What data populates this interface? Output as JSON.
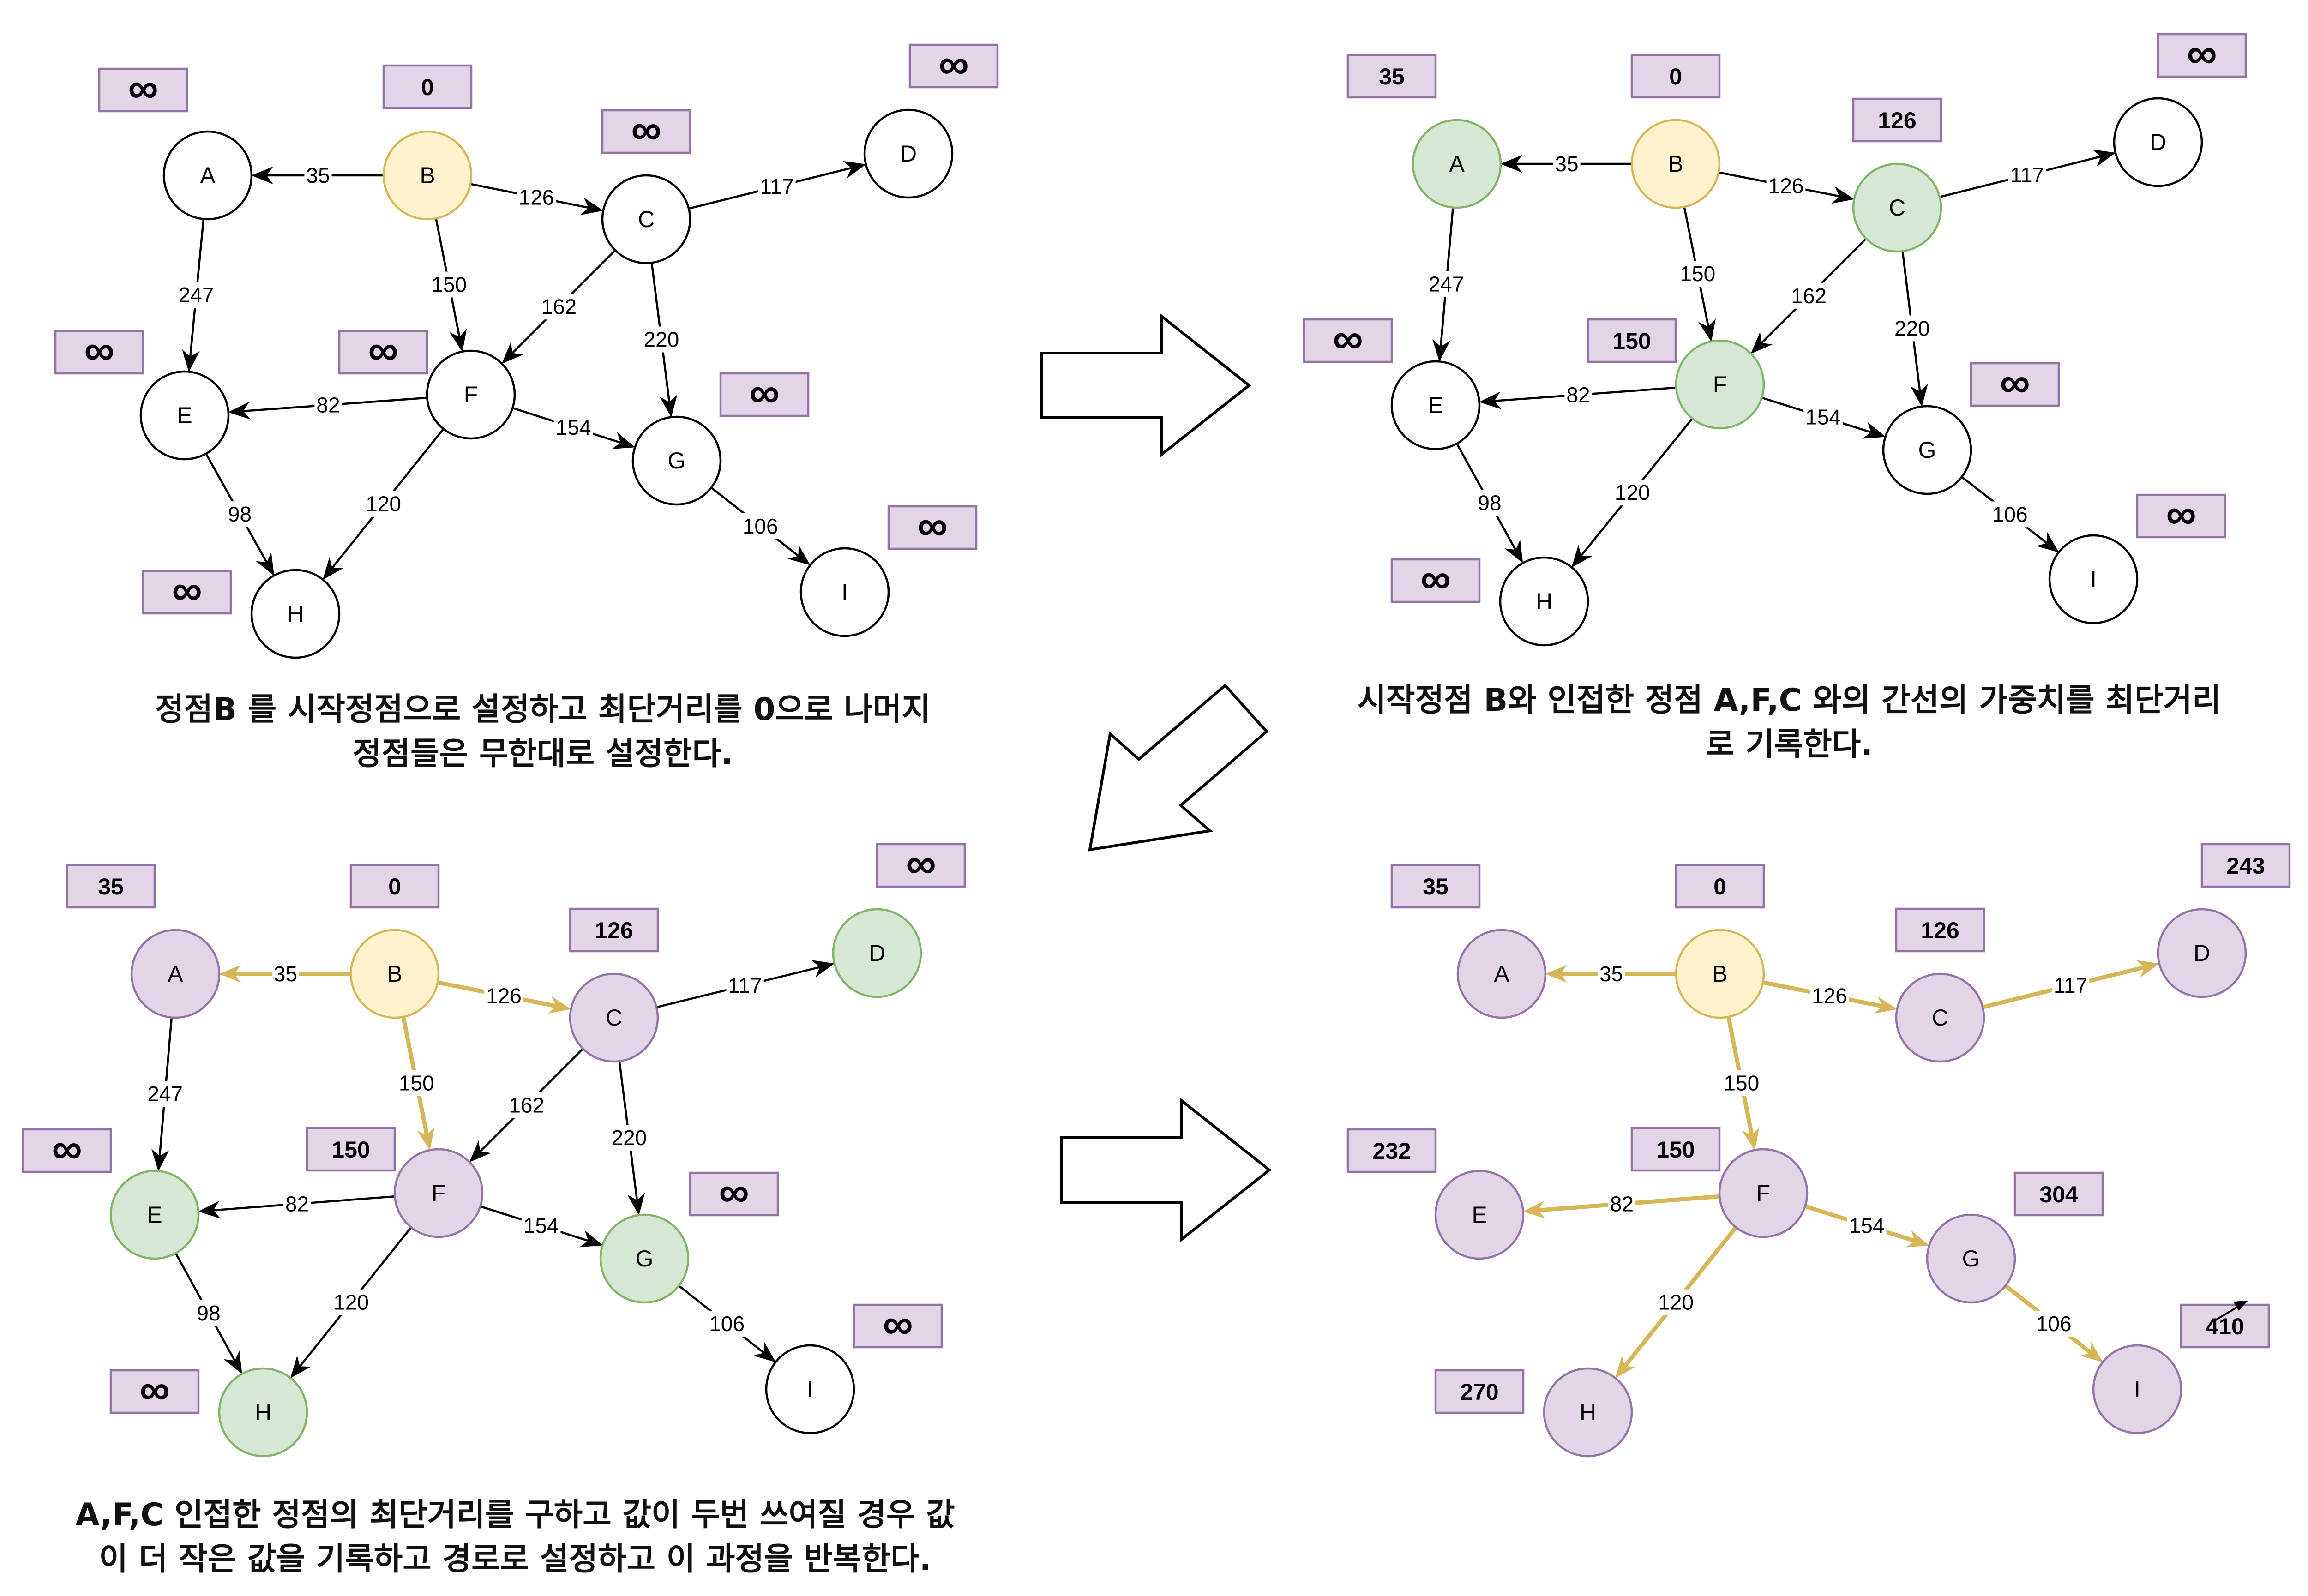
{
  "colors": {
    "node_default": "#ffffff",
    "node_stroke": "#000000",
    "start_fill": "#fff2cc",
    "start_stroke": "#d6b656",
    "green_fill": "#d5e8d4",
    "green_stroke": "#82b366",
    "purple_fill": "#e1d5e7",
    "purple_stroke": "#9673a6",
    "edge_default": "#000000",
    "edge_highlight": "#d6b656"
  },
  "panels": [
    {
      "id": "panel-1",
      "nodes": [
        {
          "id": "A",
          "label": "A",
          "state": "default",
          "dist": "∞"
        },
        {
          "id": "B",
          "label": "B",
          "state": "start",
          "dist": "0"
        },
        {
          "id": "C",
          "label": "C",
          "state": "default",
          "dist": "∞"
        },
        {
          "id": "D",
          "label": "D",
          "state": "default",
          "dist": "∞"
        },
        {
          "id": "E",
          "label": "E",
          "state": "default",
          "dist": "∞"
        },
        {
          "id": "F",
          "label": "F",
          "state": "default",
          "dist": "∞"
        },
        {
          "id": "G",
          "label": "G",
          "state": "default",
          "dist": "∞"
        },
        {
          "id": "H",
          "label": "H",
          "state": "default",
          "dist": "∞"
        },
        {
          "id": "I",
          "label": "I",
          "state": "default",
          "dist": "∞"
        }
      ],
      "edges": [
        {
          "from": "B",
          "to": "A",
          "weight": "35",
          "hl": false
        },
        {
          "from": "B",
          "to": "C",
          "weight": "126",
          "hl": false
        },
        {
          "from": "B",
          "to": "F",
          "weight": "150",
          "hl": false
        },
        {
          "from": "C",
          "to": "D",
          "weight": "117",
          "hl": false
        },
        {
          "from": "C",
          "to": "F",
          "weight": "162",
          "hl": false
        },
        {
          "from": "C",
          "to": "G",
          "weight": "220",
          "hl": false
        },
        {
          "from": "A",
          "to": "E",
          "weight": "247",
          "hl": false
        },
        {
          "from": "F",
          "to": "E",
          "weight": "82",
          "hl": false
        },
        {
          "from": "F",
          "to": "G",
          "weight": "154",
          "hl": false
        },
        {
          "from": "F",
          "to": "H",
          "weight": "120",
          "hl": false
        },
        {
          "from": "E",
          "to": "H",
          "weight": "98",
          "hl": false
        },
        {
          "from": "G",
          "to": "I",
          "weight": "106",
          "hl": false
        }
      ],
      "caption": [
        "정점B 를 시작정점으로 설정하고 최단거리를  0으로 나머지",
        "정점들은 무한대로 설정한다."
      ]
    },
    {
      "id": "panel-2",
      "nodes": [
        {
          "id": "A",
          "label": "A",
          "state": "green",
          "dist": "35"
        },
        {
          "id": "B",
          "label": "B",
          "state": "start",
          "dist": "0"
        },
        {
          "id": "C",
          "label": "C",
          "state": "green",
          "dist": "126"
        },
        {
          "id": "D",
          "label": "D",
          "state": "default",
          "dist": "∞"
        },
        {
          "id": "E",
          "label": "E",
          "state": "default",
          "dist": "∞"
        },
        {
          "id": "F",
          "label": "F",
          "state": "green",
          "dist": "150"
        },
        {
          "id": "G",
          "label": "G",
          "state": "default",
          "dist": "∞"
        },
        {
          "id": "H",
          "label": "H",
          "state": "default",
          "dist": "∞"
        },
        {
          "id": "I",
          "label": "I",
          "state": "default",
          "dist": "∞"
        }
      ],
      "edges": [
        {
          "from": "B",
          "to": "A",
          "weight": "35",
          "hl": false
        },
        {
          "from": "B",
          "to": "C",
          "weight": "126",
          "hl": false
        },
        {
          "from": "B",
          "to": "F",
          "weight": "150",
          "hl": false
        },
        {
          "from": "C",
          "to": "D",
          "weight": "117",
          "hl": false
        },
        {
          "from": "C",
          "to": "F",
          "weight": "162",
          "hl": false
        },
        {
          "from": "C",
          "to": "G",
          "weight": "220",
          "hl": false
        },
        {
          "from": "A",
          "to": "E",
          "weight": "247",
          "hl": false
        },
        {
          "from": "F",
          "to": "E",
          "weight": "82",
          "hl": false
        },
        {
          "from": "F",
          "to": "G",
          "weight": "154",
          "hl": false
        },
        {
          "from": "F",
          "to": "H",
          "weight": "120",
          "hl": false
        },
        {
          "from": "E",
          "to": "H",
          "weight": "98",
          "hl": false
        },
        {
          "from": "G",
          "to": "I",
          "weight": "106",
          "hl": false
        }
      ],
      "caption": [
        "시작정점 B와 인접한 정점 A,F,C 와의 간선의 가중치를 최단거리",
        "로 기록한다."
      ]
    },
    {
      "id": "panel-3",
      "nodes": [
        {
          "id": "A",
          "label": "A",
          "state": "purple",
          "dist": "35"
        },
        {
          "id": "B",
          "label": "B",
          "state": "start",
          "dist": "0"
        },
        {
          "id": "C",
          "label": "C",
          "state": "purple",
          "dist": "126"
        },
        {
          "id": "D",
          "label": "D",
          "state": "green",
          "dist": "∞"
        },
        {
          "id": "E",
          "label": "E",
          "state": "green",
          "dist": "∞"
        },
        {
          "id": "F",
          "label": "F",
          "state": "purple",
          "dist": "150"
        },
        {
          "id": "G",
          "label": "G",
          "state": "green",
          "dist": "∞"
        },
        {
          "id": "H",
          "label": "H",
          "state": "green",
          "dist": "∞"
        },
        {
          "id": "I",
          "label": "I",
          "state": "default",
          "dist": "∞"
        }
      ],
      "edges": [
        {
          "from": "B",
          "to": "A",
          "weight": "35",
          "hl": true
        },
        {
          "from": "B",
          "to": "C",
          "weight": "126",
          "hl": true
        },
        {
          "from": "B",
          "to": "F",
          "weight": "150",
          "hl": true
        },
        {
          "from": "C",
          "to": "D",
          "weight": "117",
          "hl": false
        },
        {
          "from": "C",
          "to": "F",
          "weight": "162",
          "hl": false
        },
        {
          "from": "C",
          "to": "G",
          "weight": "220",
          "hl": false
        },
        {
          "from": "A",
          "to": "E",
          "weight": "247",
          "hl": false
        },
        {
          "from": "F",
          "to": "E",
          "weight": "82",
          "hl": false
        },
        {
          "from": "F",
          "to": "G",
          "weight": "154",
          "hl": false
        },
        {
          "from": "F",
          "to": "H",
          "weight": "120",
          "hl": false
        },
        {
          "from": "E",
          "to": "H",
          "weight": "98",
          "hl": false
        },
        {
          "from": "G",
          "to": "I",
          "weight": "106",
          "hl": false
        }
      ],
      "caption": [
        "A,F,C 인접한 정점의 최단거리를 구하고 값이 두번 쓰여질 경우 값",
        "이 더 작은 값을 기록하고 경로로 설정하고 이 과정을 반복한다."
      ]
    },
    {
      "id": "panel-4",
      "nodes": [
        {
          "id": "A",
          "label": "A",
          "state": "purple",
          "dist": "35"
        },
        {
          "id": "B",
          "label": "B",
          "state": "start",
          "dist": "0"
        },
        {
          "id": "C",
          "label": "C",
          "state": "purple",
          "dist": "126"
        },
        {
          "id": "D",
          "label": "D",
          "state": "purple",
          "dist": "243"
        },
        {
          "id": "E",
          "label": "E",
          "state": "purple",
          "dist": "232"
        },
        {
          "id": "F",
          "label": "F",
          "state": "purple",
          "dist": "150"
        },
        {
          "id": "G",
          "label": "G",
          "state": "purple",
          "dist": "304"
        },
        {
          "id": "H",
          "label": "H",
          "state": "purple",
          "dist": "270"
        },
        {
          "id": "I",
          "label": "I",
          "state": "purple",
          "dist": "410"
        }
      ],
      "edges": [
        {
          "from": "B",
          "to": "A",
          "weight": "35",
          "hl": true
        },
        {
          "from": "B",
          "to": "C",
          "weight": "126",
          "hl": true
        },
        {
          "from": "B",
          "to": "F",
          "weight": "150",
          "hl": true
        },
        {
          "from": "C",
          "to": "D",
          "weight": "117",
          "hl": true
        },
        {
          "from": "F",
          "to": "E",
          "weight": "82",
          "hl": true
        },
        {
          "from": "F",
          "to": "G",
          "weight": "154",
          "hl": true
        },
        {
          "from": "F",
          "to": "H",
          "weight": "120",
          "hl": true
        },
        {
          "from": "G",
          "to": "I",
          "weight": "106",
          "hl": true
        }
      ],
      "caption": []
    }
  ]
}
